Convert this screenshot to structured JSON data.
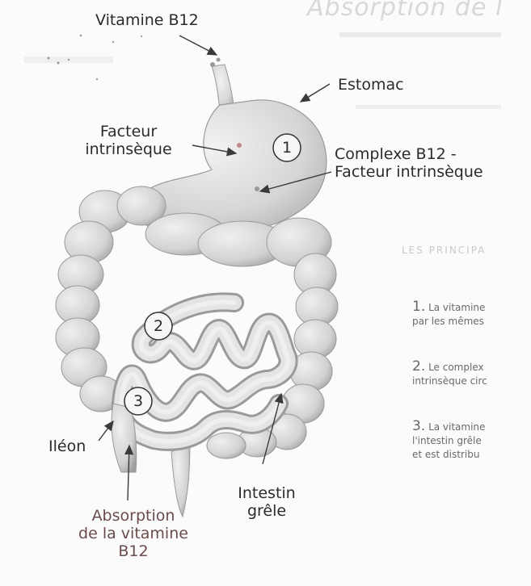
{
  "title_fragment": "Absorption de l",
  "section_fragment": "LES PRINCIPA",
  "labels": {
    "vitamine": "Vitamine B12",
    "estomac": "Estomac",
    "facteur_line1": "Facteur",
    "facteur_line2": "intrinsèque",
    "complexe_line1": "Complexe B12 -",
    "complexe_line2": "Facteur intrinsèque",
    "ileon": "Iléon",
    "intestin_line1": "Intestin",
    "intestin_line2": "grêle",
    "absorption_line1": "Absorption",
    "absorption_line2": "de la vitamine",
    "absorption_line3": "B12"
  },
  "markers": [
    "1",
    "2",
    "3"
  ],
  "points": [
    {
      "num": "1.",
      "line1": "La vitamine",
      "line2": "par les mêmes"
    },
    {
      "num": "2.",
      "line1": "Le complex",
      "line2": "intrinsèque circ"
    },
    {
      "num": "3.",
      "line1": "La vitamine",
      "line2": "l'intestin grêle",
      "line3": "et est distribu"
    }
  ],
  "colors": {
    "organ_fill": "#d9d9d9",
    "organ_shadow": "#a9a9a9",
    "text": "#2b2b2b",
    "arrow": "#3a3a3a"
  }
}
